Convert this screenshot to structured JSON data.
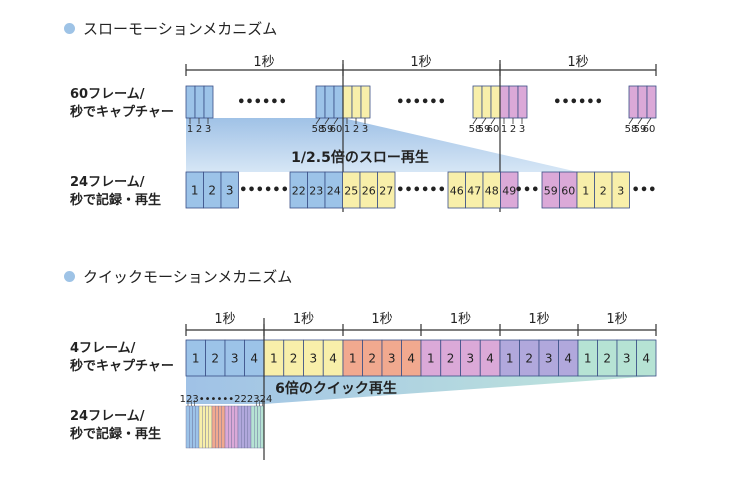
{
  "slow": {
    "title": "スローモーションメカニズム",
    "second_label": "1秒",
    "capture_label_1": "60フレーム/",
    "capture_label_2": "秒でキャプチャー",
    "record_label_1": "24フレーム/",
    "record_label_2": "秒で記録・再生",
    "caption": "1/2.5倍のスロー再生",
    "ellipsis": "••••••",
    "capture_ticks_start": [
      "1",
      "2",
      "3"
    ],
    "capture_ticks_end": [
      "58",
      "59",
      "60"
    ],
    "record_groups": [
      [
        "1",
        "2",
        "3"
      ],
      [
        "22",
        "23",
        "24",
        "25",
        "26",
        "27"
      ],
      [
        "46",
        "47",
        "48",
        "49"
      ],
      [
        "59",
        "60",
        "1",
        "2",
        "3"
      ]
    ],
    "trailing_dots": "•••"
  },
  "quick": {
    "title": "クイックモーションメカニズム",
    "second_label": "1秒",
    "capture_label_1": "4フレーム/",
    "capture_label_2": "秒でキャプチャー",
    "record_label_1": "24フレーム/",
    "record_label_2": "秒で記録・再生",
    "caption": "6倍のクイック再生",
    "frames": [
      "1",
      "2",
      "3",
      "4"
    ],
    "small_label": "123••••••222324"
  },
  "colors": {
    "blue": "#9cc3e8",
    "yellow": "#f8efaa",
    "pink": "#dba9d8",
    "orange": "#f1a98f",
    "purple": "#b1a8dc",
    "teal": "#b6e3d4",
    "stroke": "#3a4f86",
    "bullet": "#9ec3e6"
  }
}
